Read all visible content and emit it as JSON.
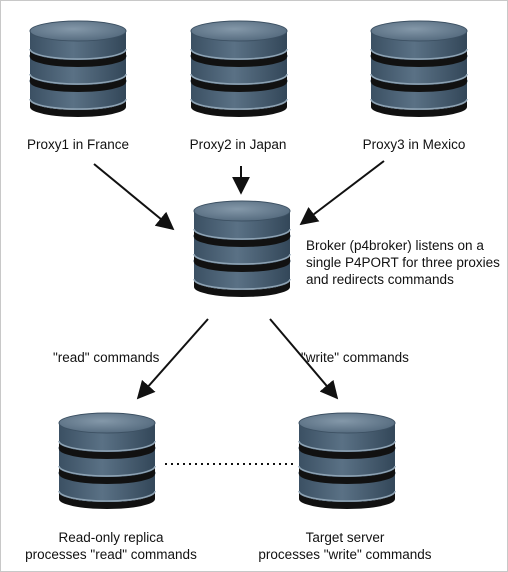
{
  "nodes": {
    "proxy_france": {
      "label": "Proxy1 in France"
    },
    "proxy_japan": {
      "label": "Proxy2 in Japan"
    },
    "proxy_mexico": {
      "label": "Proxy3 in Mexico"
    },
    "broker": {
      "label": "Broker (p4broker) listens on a\nsingle P4PORT for three proxies\nand redirects commands"
    },
    "replica": {
      "label": "Read-only replica\nprocesses \"read\" commands"
    },
    "target": {
      "label": "Target server\nprocesses \"write\" commands"
    }
  },
  "edges": {
    "read": {
      "label": "\"read\" commands"
    },
    "write": {
      "label": "\"write\" commands"
    }
  },
  "colors": {
    "disk_top": "#5d7486",
    "disk_body": "#475e72",
    "disk_band": "#111111",
    "disk_rim": "#8ea3b4",
    "arrow": "#111111",
    "text": "#111111"
  }
}
